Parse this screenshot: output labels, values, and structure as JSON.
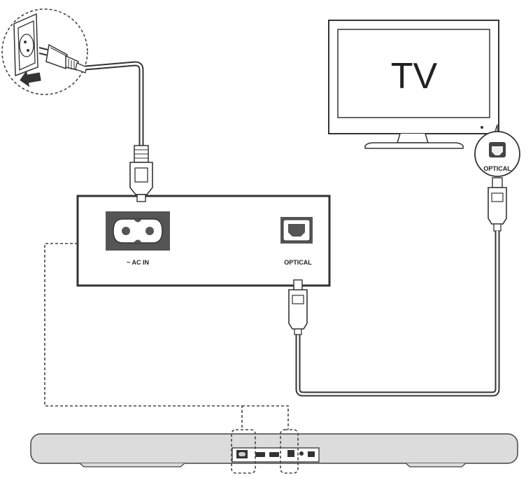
{
  "tv": {
    "label": "TV"
  },
  "panel": {
    "ac_in_label": "~ AC IN",
    "optical_label": "OPTICAL"
  },
  "tv_port": {
    "optical_label": "OPTICAL"
  }
}
